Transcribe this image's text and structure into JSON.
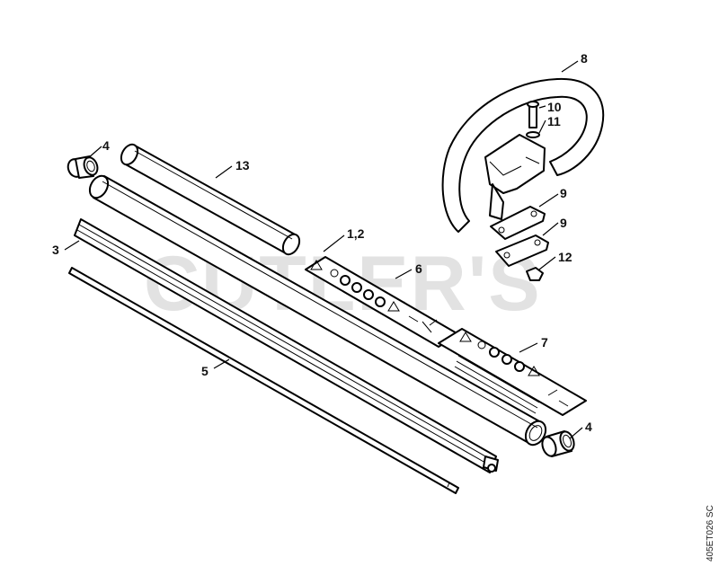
{
  "watermark": "CUTLER'S",
  "drawing_ref": "405ET026 SC",
  "callouts": [
    {
      "id": "c-8",
      "text": "8"
    },
    {
      "id": "c-10",
      "text": "10"
    },
    {
      "id": "c-11",
      "text": "11"
    },
    {
      "id": "c-9a",
      "text": "9"
    },
    {
      "id": "c-9b",
      "text": "9"
    },
    {
      "id": "c-12",
      "text": "12"
    },
    {
      "id": "c-4a",
      "text": "4"
    },
    {
      "id": "c-13",
      "text": "13"
    },
    {
      "id": "c-12b",
      "text": "1,2"
    },
    {
      "id": "c-3",
      "text": "3"
    },
    {
      "id": "c-6",
      "text": "6"
    },
    {
      "id": "c-7",
      "text": "7"
    },
    {
      "id": "c-5",
      "text": "5"
    },
    {
      "id": "c-4b",
      "text": "4"
    }
  ]
}
